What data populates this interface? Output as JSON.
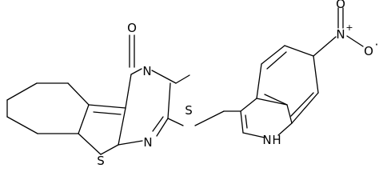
{
  "atoms": {
    "O_carbonyl": "O",
    "N3": "N",
    "methyl": "CH3",
    "S_thioether": "S",
    "N1": "N",
    "S_thiophene": "S",
    "N_indole": "H",
    "N_indole_n": "N",
    "N_nitro": "N",
    "N_nitro_plus": "+",
    "O_nitro_top": "O",
    "O_nitro_minus": "O",
    "O_nitro_dot": "·"
  }
}
